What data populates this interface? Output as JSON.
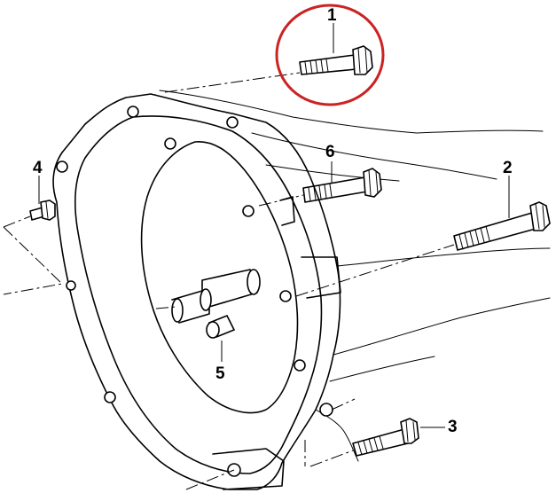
{
  "callouts": [
    {
      "id": "1",
      "label": "1",
      "part": "bolt",
      "highlighted": true
    },
    {
      "id": "2",
      "label": "2",
      "part": "bolt"
    },
    {
      "id": "3",
      "label": "3",
      "part": "bolt"
    },
    {
      "id": "4",
      "label": "4",
      "part": "bolt"
    },
    {
      "id": "5",
      "label": "5",
      "part": "dowel-sleeve"
    },
    {
      "id": "6",
      "label": "6",
      "part": "bolt"
    }
  ],
  "colors": {
    "line": "#000000",
    "highlight": "#cc2222",
    "background": "#ffffff"
  }
}
